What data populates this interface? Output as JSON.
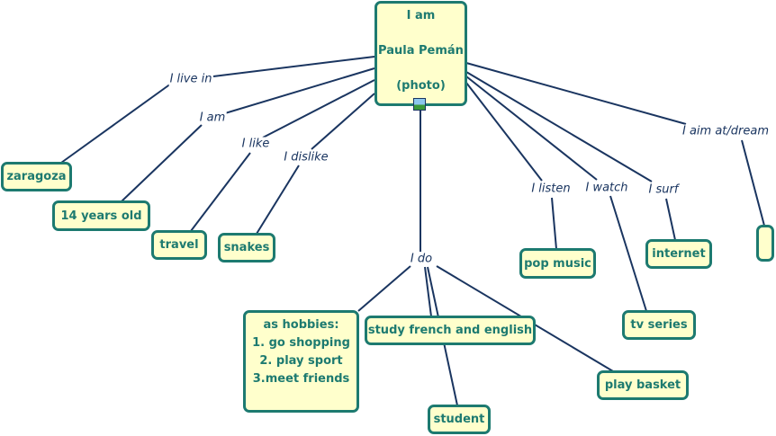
{
  "center": {
    "line1": "I am",
    "line2": "Paula Pemán",
    "line3": "(photo)"
  },
  "links": {
    "live": "I live in",
    "am": "I am",
    "like": "I like",
    "dislike": "I dislike",
    "do": "I do",
    "listen": "I listen",
    "watch": "I watch",
    "surf": "I surf",
    "aim": "I aim at/dream"
  },
  "concepts": {
    "zaragoza": "zaragoza",
    "age": "14 years old",
    "travel": "travel",
    "snakes": "snakes",
    "hobbies": {
      "title": "as hobbies:",
      "items": [
        "1. go shopping",
        "2. play sport",
        "3.meet friends"
      ]
    },
    "study": "study french and english",
    "student": "student",
    "basket": "play basket",
    "pop": "pop music",
    "tv": "tv series",
    "internet": "internet",
    "dream": ""
  },
  "colors": {
    "fill": "#ffffcc",
    "border": "#1d7a70",
    "line": "#1a3560"
  }
}
